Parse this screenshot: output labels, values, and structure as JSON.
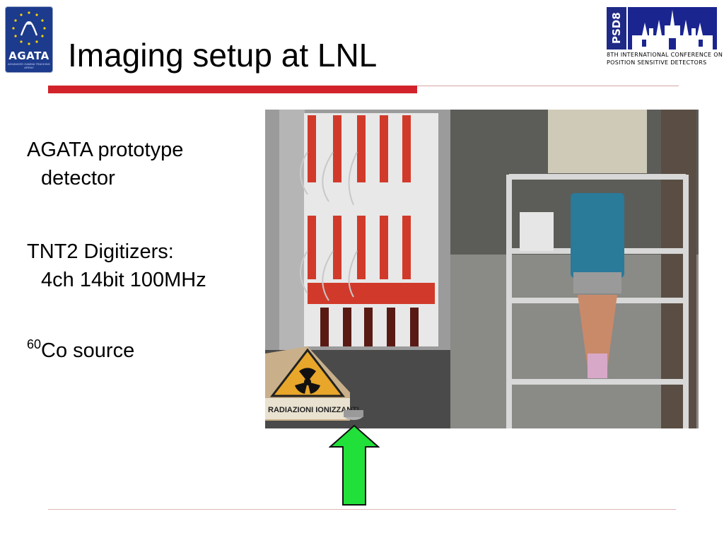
{
  "slide": {
    "title": "Imaging setup at LNL",
    "bullets": [
      {
        "line1": "AGATA prototype",
        "line2": "detector"
      },
      {
        "line1": "TNT2 Digitizers:",
        "line2": "4ch 14bit 100MHz"
      },
      {
        "sup": "60",
        "text": "Co source"
      }
    ]
  },
  "logos": {
    "agata": {
      "word": "AGATA",
      "sub": "ADVANCED GAMMA TRACKING ARRAY",
      "icon": "agata-logo"
    },
    "psd8": {
      "tag": "PSD8",
      "line1": "8TH INTERNATIONAL CONFERENCE ON",
      "line2": "POSITION SENSITIVE DETECTORS",
      "icon": "psd8-logo"
    }
  },
  "photo": {
    "sign_text": "RADIAZIONI IONIZZANTI",
    "icon": "radiation-warning-icon"
  },
  "arrow": {
    "icon": "up-arrow-icon",
    "color": "#22e03a"
  },
  "colors": {
    "accent_red": "#d2222a",
    "agata_blue": "#1d3b8c",
    "psd_blue": "#1f2a86"
  }
}
